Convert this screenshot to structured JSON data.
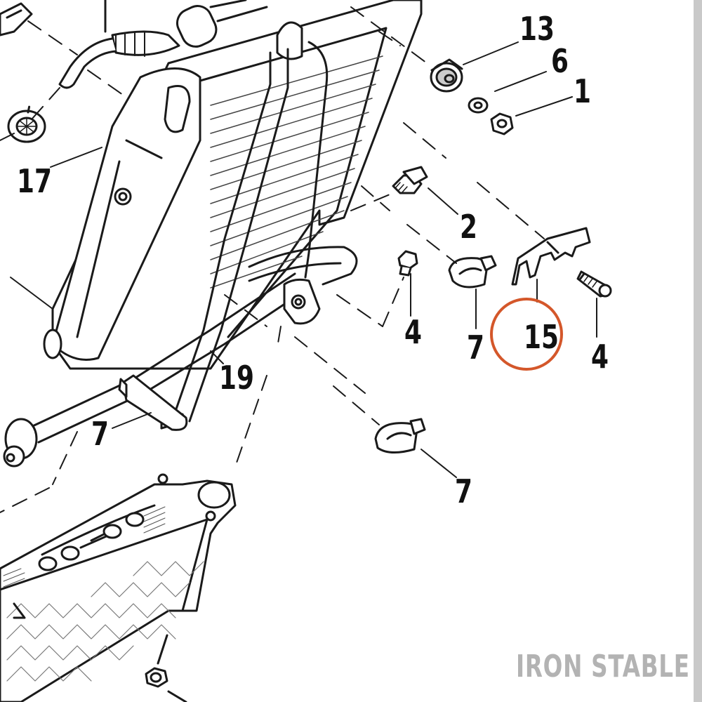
{
  "callouts": {
    "c13": "13",
    "c6": "6",
    "c1": "1",
    "c17": "17",
    "c2": "2",
    "c4a": "4",
    "c7a": "7",
    "c15": "15",
    "c4b": "4",
    "c19": "19",
    "c7b": "7",
    "c7c": "7"
  },
  "highlight": {
    "callout": "15",
    "color": "#d4572a"
  },
  "watermark": "IRON STABLE"
}
